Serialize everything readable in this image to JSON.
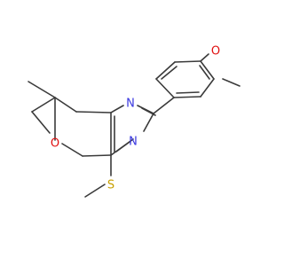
{
  "colors": {
    "background": "#ffffff",
    "bond": "#3a3a3a",
    "nitrogen": "#3a38e0",
    "oxygen": "#e01010",
    "sulfur": "#c8a000"
  },
  "atoms": {
    "methoxy_o": "O",
    "pyran_o": "O",
    "n_upper": "N",
    "n_lower": "N",
    "thioether_s": "S"
  }
}
